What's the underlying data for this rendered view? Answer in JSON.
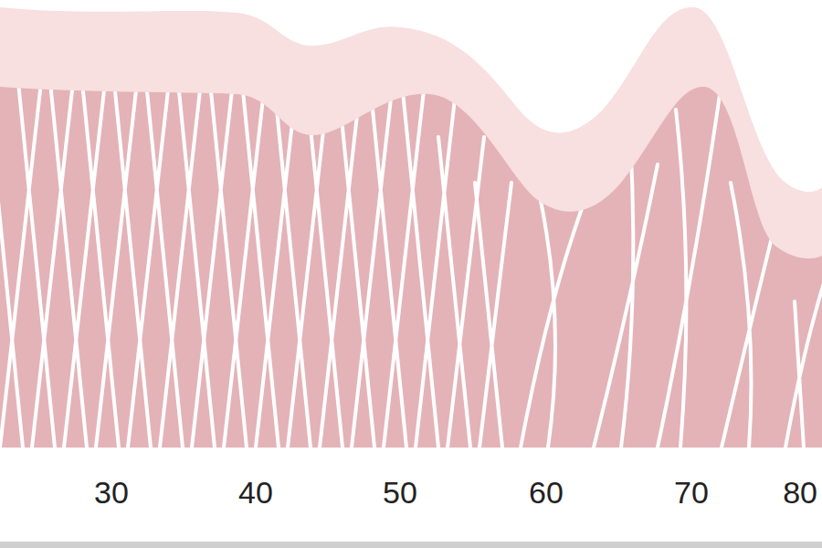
{
  "diagram": {
    "labels": [
      "30",
      "40",
      "50",
      "60",
      "70",
      "80"
    ]
  }
}
